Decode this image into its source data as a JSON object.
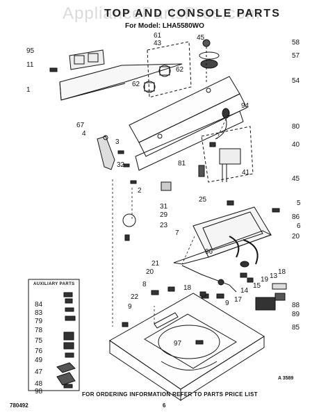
{
  "watermark": "AppliancePartsPros.com",
  "title": "TOP AND CONSOLE PARTS",
  "model": "For Model: LHA5580WO",
  "auxiliary_parts_title": "AUXILIARY PARTS",
  "order_note": "FOR ORDERING INFORMATION REFER TO PARTS PRICE LIST",
  "footer_code": "780492",
  "page_number": "6",
  "art_number": "A 3589",
  "callouts": [
    {
      "id": "c95",
      "label": "95"
    },
    {
      "id": "c11",
      "label": "11"
    },
    {
      "id": "c1",
      "label": "1"
    },
    {
      "id": "c61",
      "label": "61"
    },
    {
      "id": "c43",
      "label": "43"
    },
    {
      "id": "c62a",
      "label": "62"
    },
    {
      "id": "c62b",
      "label": "62"
    },
    {
      "id": "c45a",
      "label": "45"
    },
    {
      "id": "c58",
      "label": "58"
    },
    {
      "id": "c57",
      "label": "57"
    },
    {
      "id": "c54",
      "label": "54"
    },
    {
      "id": "c94",
      "label": "94"
    },
    {
      "id": "c67",
      "label": "67"
    },
    {
      "id": "c4",
      "label": "4"
    },
    {
      "id": "c3",
      "label": "3"
    },
    {
      "id": "c80",
      "label": "80"
    },
    {
      "id": "c40",
      "label": "40"
    },
    {
      "id": "c32",
      "label": "32"
    },
    {
      "id": "c81",
      "label": "81"
    },
    {
      "id": "c41",
      "label": "41"
    },
    {
      "id": "c2",
      "label": "2"
    },
    {
      "id": "c45b",
      "label": "45"
    },
    {
      "id": "c5",
      "label": "5"
    },
    {
      "id": "c31",
      "label": "31"
    },
    {
      "id": "c25",
      "label": "25"
    },
    {
      "id": "c29",
      "label": "29"
    },
    {
      "id": "c86",
      "label": "86"
    },
    {
      "id": "c23",
      "label": "23"
    },
    {
      "id": "c6",
      "label": "6"
    },
    {
      "id": "c7",
      "label": "7"
    },
    {
      "id": "c20a",
      "label": "20"
    },
    {
      "id": "c96",
      "label": "96"
    },
    {
      "id": "c21",
      "label": "21"
    },
    {
      "id": "c18a",
      "label": "18"
    },
    {
      "id": "c20b",
      "label": "20"
    },
    {
      "id": "c19",
      "label": "19"
    },
    {
      "id": "c13",
      "label": "13"
    },
    {
      "id": "c15",
      "label": "15"
    },
    {
      "id": "c8",
      "label": "8"
    },
    {
      "id": "c14",
      "label": "14"
    },
    {
      "id": "c18b",
      "label": "18"
    },
    {
      "id": "c17",
      "label": "17"
    },
    {
      "id": "c22",
      "label": "22"
    },
    {
      "id": "c9a",
      "label": "9"
    },
    {
      "id": "c9b",
      "label": "9"
    },
    {
      "id": "c88",
      "label": "88"
    },
    {
      "id": "c89",
      "label": "89"
    },
    {
      "id": "c85",
      "label": "85"
    },
    {
      "id": "c97",
      "label": "97"
    }
  ],
  "auxiliary_parts": [
    {
      "id": "a84",
      "label": "84"
    },
    {
      "id": "a83",
      "label": "83"
    },
    {
      "id": "a79",
      "label": "79"
    },
    {
      "id": "a78",
      "label": "78"
    },
    {
      "id": "a75",
      "label": "75"
    },
    {
      "id": "a76",
      "label": "76"
    },
    {
      "id": "a49",
      "label": "49"
    },
    {
      "id": "a47",
      "label": "47"
    },
    {
      "id": "a48",
      "label": "48"
    },
    {
      "id": "a98",
      "label": "98"
    }
  ]
}
